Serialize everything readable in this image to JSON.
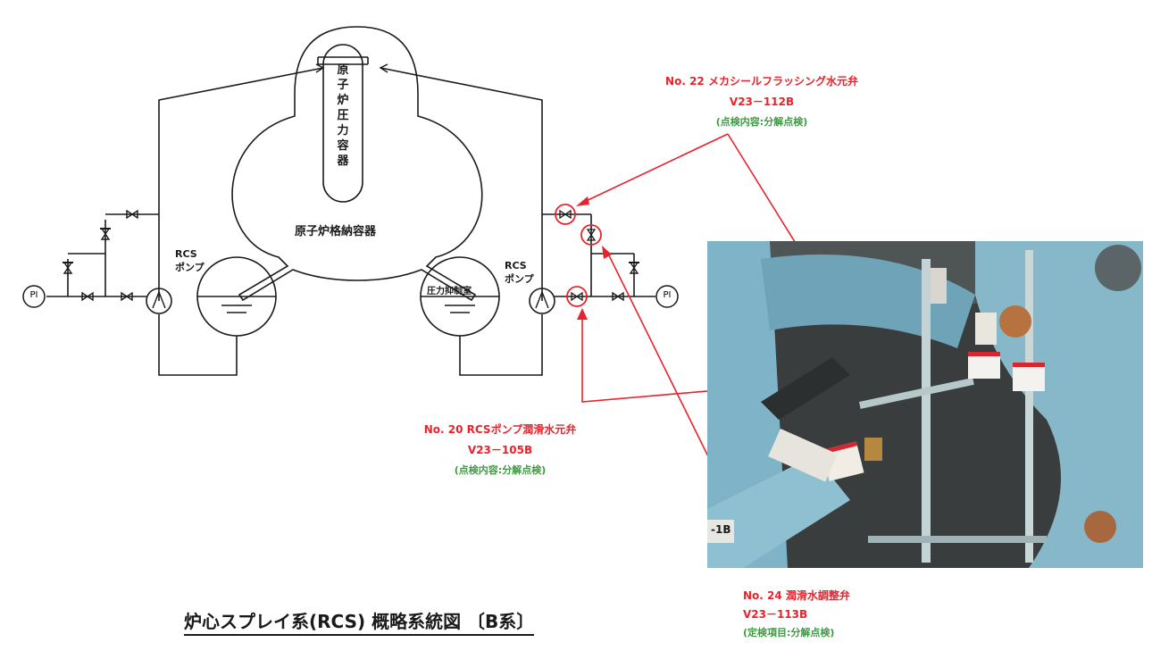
{
  "title": "炉心スプレイ系(RCS) 概略系統図 〔B系〕",
  "vessel_label": "原子炉圧力容器",
  "containment_label": "原子炉格納容器",
  "suppression_label": "圧力抑制室",
  "pump_left": {
    "line1": "RCS",
    "line2": "ポンプ"
  },
  "pump_right": {
    "line1": "RCS",
    "line2": "ポンプ"
  },
  "gauge_left": "PI",
  "gauge_right": "PI",
  "annotations": [
    {
      "no": "No. 22 メカシールフラッシング水元弁",
      "tag": "V23－112B",
      "note": "(点検内容:分解点検)"
    },
    {
      "no": "No. 20 RCSポンプ潤滑水元弁",
      "tag": "V23－105B",
      "note": "(点検内容:分解点検)"
    },
    {
      "no": "No. 24 潤滑水調整弁",
      "tag": "V23－113B",
      "note": "(定検項目:分解点検)"
    }
  ],
  "photo": {
    "tag_text": "-1B"
  },
  "colors": {
    "line": "#1a1a1a",
    "accent_red": "#e8232b",
    "note_green": "#3f9a44",
    "photo_bg": "#3a3d3e",
    "pipe_blue": "#7fb3c8"
  }
}
